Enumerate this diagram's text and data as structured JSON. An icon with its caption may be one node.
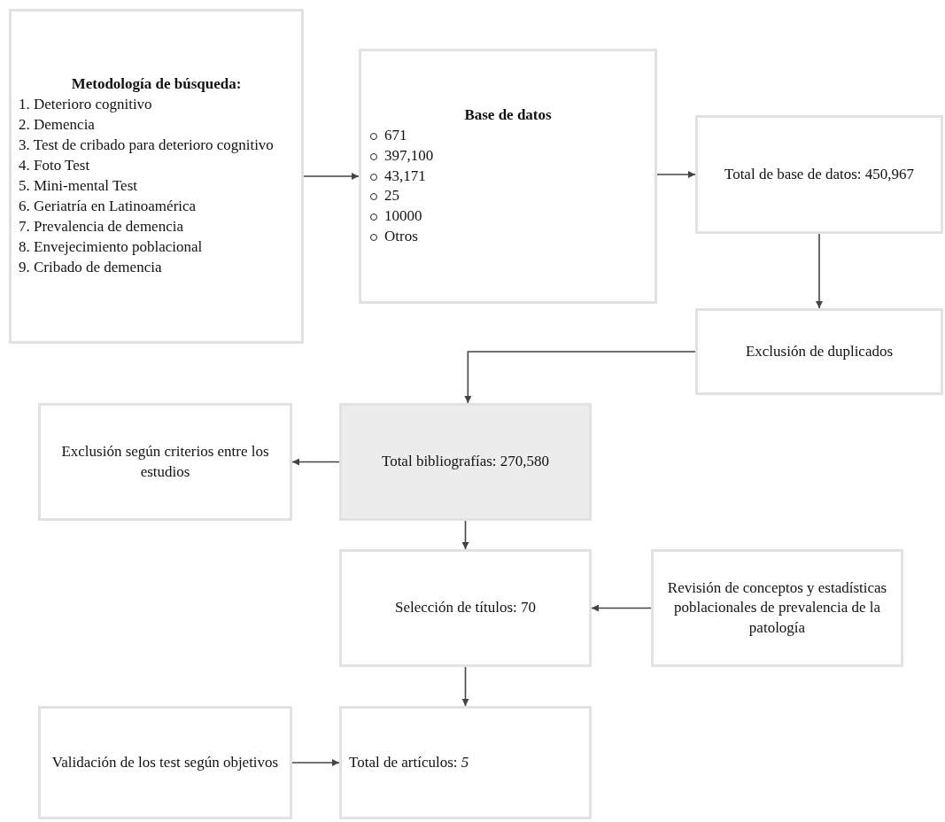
{
  "diagram": {
    "nodes": [
      {
        "text": [
          "Metodología de búsqueda:",
          "1. Deterioro cognitivo",
          "2. Demencia",
          "3. Test de cribado para deterioro cognitivo",
          "4. Foto Test",
          "5. Mini-mental Test",
          "6. Geriatría en Latinoamérica",
          "7. Prevalencia de demencia",
          "8. Envejecimiento poblacional",
          "9. Cribado de demencia"
        ]
      },
      {
        "text": [
          "Base de datos",
          "671",
          "397,100",
          "43,171",
          "25",
          "10000",
          "Otros"
        ]
      },
      {
        "text": [
          "Total de base de datos: 450,967"
        ]
      },
      {
        "text": [
          "Exclusión de duplicados"
        ]
      },
      {
        "text": [
          "Total bibliografías: 270,580"
        ]
      },
      {
        "text": [
          "Exclusión según criterios entre los estudios"
        ]
      },
      {
        "text": [
          "Selección de títulos: 70"
        ]
      },
      {
        "text": [
          "Revisión de conceptos y estadísticas poblacionales de prevalencia de la patología"
        ]
      },
      {
        "text": [
          "Total de artículos: *5*"
        ]
      },
      {
        "text": [
          "Validación de los test según objetivos"
        ]
      }
    ],
    "edges": [
      {
        "from": 0,
        "to": 1,
        "arrow": "to"
      },
      {
        "from": 1,
        "to": 2,
        "arrow": "to"
      },
      {
        "from": 2,
        "to": 3,
        "arrow": "to"
      },
      {
        "from": 3,
        "to": 4,
        "arrow": "to"
      },
      {
        "from": 4,
        "to": 5,
        "arrow": "to"
      },
      {
        "from": 4,
        "to": 6,
        "arrow": "to"
      },
      {
        "from": 7,
        "to": 6,
        "arrow": "to"
      },
      {
        "from": 6,
        "to": 8,
        "arrow": "to"
      },
      {
        "from": 9,
        "to": 8,
        "arrow": "to"
      }
    ]
  }
}
